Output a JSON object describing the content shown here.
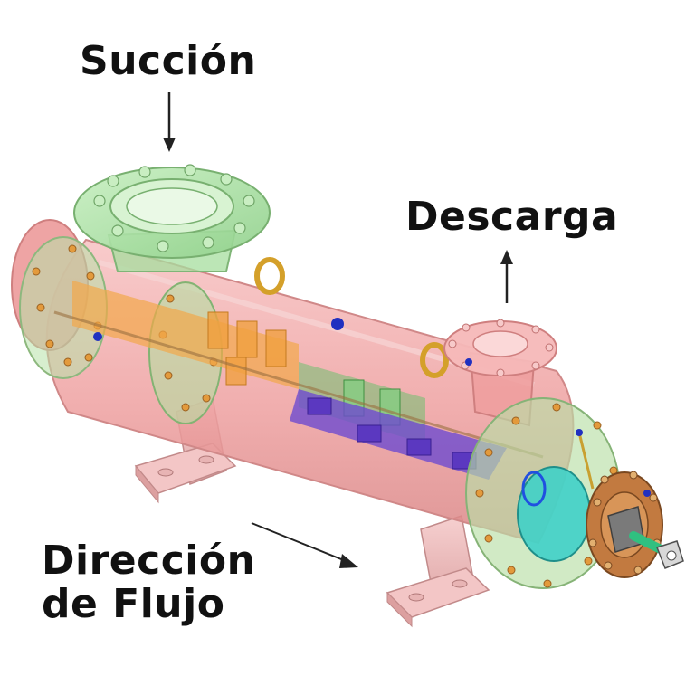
{
  "labels": {
    "suction": "Succión",
    "discharge": "Descarga",
    "flow_line1": "Dirección",
    "flow_line2": "de Flujo"
  },
  "icons": [
    "arrow-down-icon",
    "arrow-up-icon",
    "flow-arrow-icon"
  ],
  "colors": {
    "text": "#111111",
    "casing": "#f2a0a0",
    "suction_nozzle": "#9fd89a",
    "stages_orange": "#f0a040",
    "stages_purple": "#6040c0",
    "bearing_cyan": "#40d0c8",
    "coupling_bronze": "#c07840"
  }
}
